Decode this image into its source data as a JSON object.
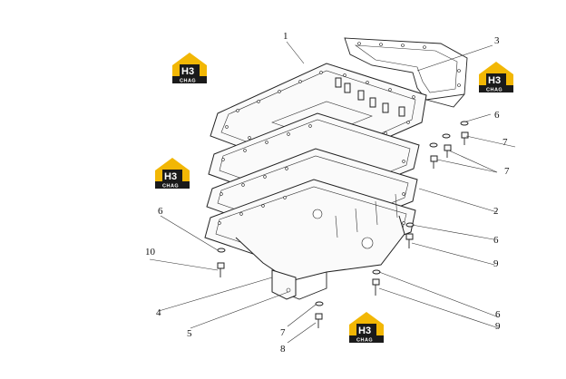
{
  "callouts": {
    "c1": "1",
    "c3": "3",
    "c6a": "6",
    "c7a": "7",
    "c7b": "7",
    "c2": "2",
    "c6b": "6",
    "c9a": "9",
    "c6c": "6",
    "c9b": "9",
    "c6left": "6",
    "c10": "10",
    "c4": "4",
    "c5": "5",
    "c7c": "7",
    "c8": "8"
  },
  "watermark": {
    "mark": "H3",
    "sub": "CHAG"
  },
  "colors": {
    "logo_yellow": "#f2b705",
    "logo_black": "#1a1a1a",
    "line": "#222222"
  }
}
